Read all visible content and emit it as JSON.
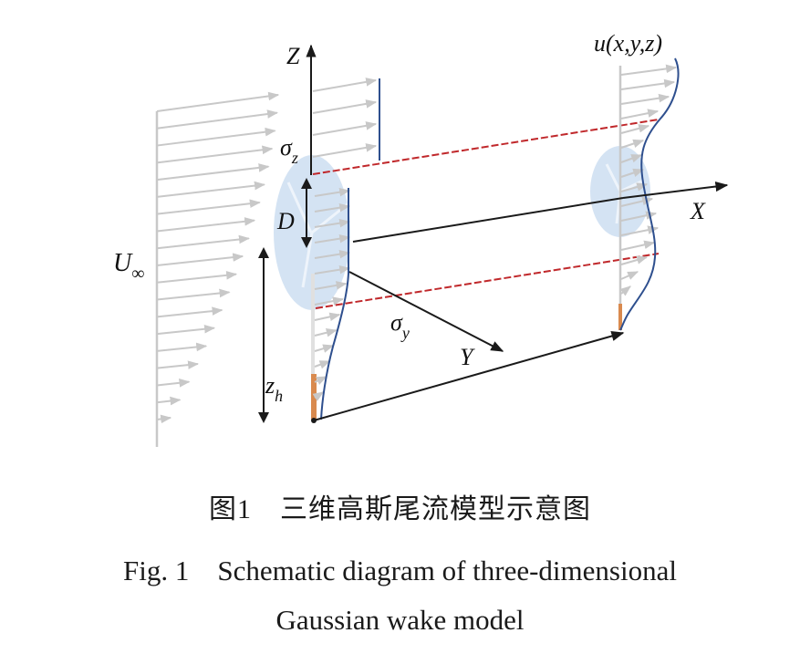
{
  "labels": {
    "z_axis": "Z",
    "x_axis": "X",
    "y_axis": "Y",
    "u_inf_main": "U",
    "u_inf_sub": "∞",
    "sigma_z_main": "σ",
    "sigma_z_sub": "z",
    "sigma_y_main": "σ",
    "sigma_y_sub": "y",
    "diameter": "D",
    "hub_main": "z",
    "hub_sub": "h",
    "velocity": "u(x,y,z)"
  },
  "caption": {
    "chinese": "图1　三维高斯尾流模型示意图",
    "english_line1": "Fig. 1　Schematic diagram of three-dimensional",
    "english_line2": "Gaussian wake model"
  },
  "colors": {
    "arrow_gray": "#c8c8c8",
    "profile_blue": "#2e4f8e",
    "wake_red": "#c0282b",
    "rotor_fill": "#c9dcf0",
    "tower_orange": "#d98a4e",
    "axis_black": "#1a1a1a"
  }
}
